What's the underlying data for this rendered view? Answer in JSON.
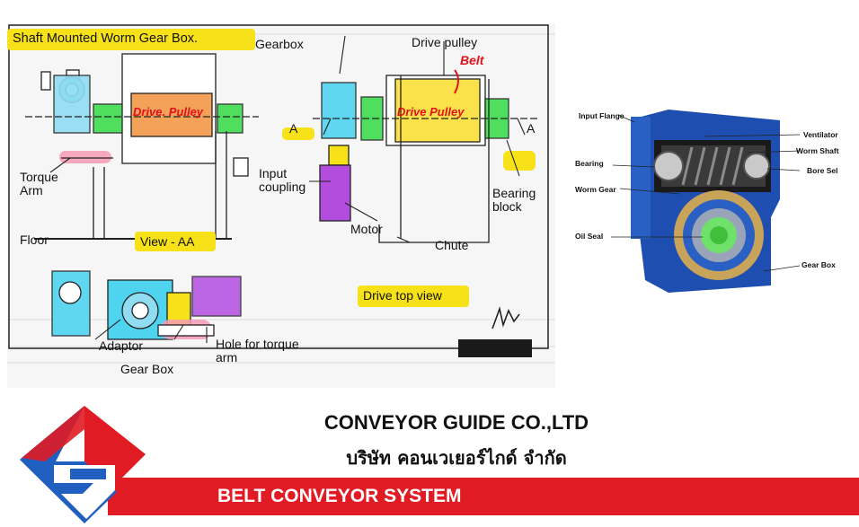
{
  "diagram": {
    "title": "Shaft Mounted Worm Gear Box.",
    "labels": {
      "gearbox": "Gearbox",
      "drive_pulley_top": "Drive pulley",
      "belt": "Belt",
      "drive_pulley_inline_1": "Drive. Pulley",
      "drive_pulley_inline_2": "Drive Pulley",
      "torque_arm": "Torque\nArm",
      "input_coupling": "Input\ncoupling",
      "bearing_block": "Bearing\nblock",
      "motor": "Motor",
      "floor": "Floor",
      "view_aa": "View - AA",
      "chute": "Chute",
      "section_a_left": "A",
      "section_a_right": "A",
      "drive_top_view": "Drive top view",
      "adaptor": "Adaptor",
      "gear_box": "Gear Box",
      "hole_for_torque_arm": "Hole for torque\narm"
    },
    "colors": {
      "title_highlight": "#f7e21a",
      "green_highlight": "#3ddc4e",
      "cyan_highlight": "#4fd4f0",
      "pink_highlight": "#f49ab4",
      "orange_pulley": "#f4a25a",
      "yellow_pulley": "#fbe24a",
      "purple_motor": "#b24de0"
    }
  },
  "gearbox_cutaway": {
    "labels": {
      "input_flange": "Input Flange",
      "ventilator": "Ventilator",
      "worm_shaft": "Worm Shaft",
      "bearing": "Bearing",
      "bore_seal": "Bore Sel",
      "worm_gear": "Worm Gear",
      "oil_seal": "Oil Seal",
      "gear_box": "Gear Box"
    },
    "colors": {
      "housing": "#1e4fb0"
    }
  },
  "footer": {
    "company_en": "CONVEYOR GUIDE CO.,LTD",
    "company_th": "บริษัท คอนเวเยอร์ไกด์ จำกัด",
    "banner": "BELT CONVEYOR SYSTEM",
    "banner_color": "#e01b24",
    "logo": "conveyor-guide-logo-icon"
  }
}
